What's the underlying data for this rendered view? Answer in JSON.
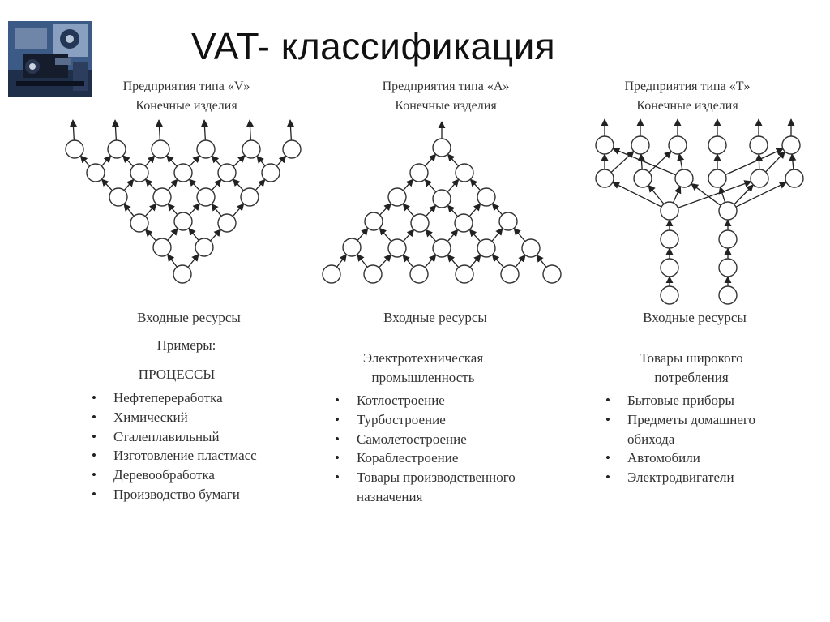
{
  "title": "VAT- классификация",
  "logo_icon": "factory-machinery-photo",
  "columns": [
    {
      "header_line1": "Предприятия типа «V»",
      "header_line2": "Конечные изделия",
      "resources": "Входные ресурсы",
      "examples_label": "Примеры:",
      "group_title": "ПРОЦЕССЫ",
      "items": [
        "Нефтепереработка",
        "Химический",
        "Сталеплавильный",
        "Изготовление пластмасс",
        "Деревообработка",
        "Производство бумаги"
      ]
    },
    {
      "header_line1": "Предприятия типа «А»",
      "header_line2": "Конечные изделия",
      "resources": "Входные ресурсы",
      "group_title_line1": "Электротехническая",
      "group_title_line2": "промышленность",
      "items": [
        "Котлостроение",
        "Турбостроение",
        "Самолетостроение",
        "Кораблестроение",
        "Товары производственного"
      ],
      "item_continuation": "назначения"
    },
    {
      "header_line1": "Предприятия типа «T»",
      "header_line2": "Конечные изделия",
      "resources": "Входные ресурсы",
      "group_title_line1": "Товары широкого",
      "group_title_line2": "потребления",
      "items": [
        "Бытовые приборы",
        "Предметы домашнего",
        "Автомобили",
        "Электродвигатели"
      ],
      "item_continuation": "обихода"
    }
  ]
}
